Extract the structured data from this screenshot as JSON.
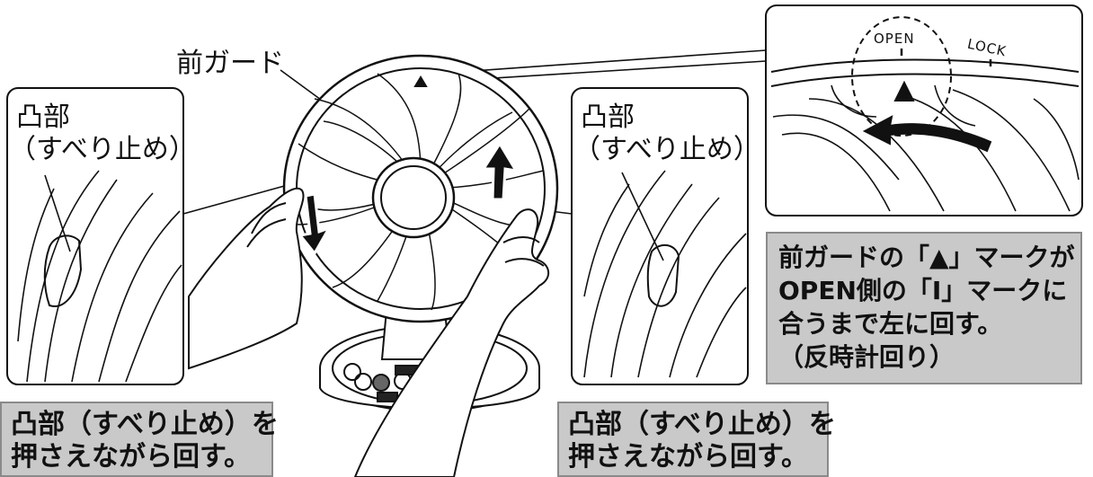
{
  "labels": {
    "front_guard": "前ガード",
    "left_boss_line1": "凸部",
    "left_boss_line2": "（すべり止め）",
    "right_boss_line1": "凸部",
    "right_boss_line2": "（すべり止め）",
    "mark_open": "OPEN",
    "mark_lock": "LOCK"
  },
  "instructions": {
    "left_box": [
      "凸部（すべり止め）を",
      "押さえながら回す。"
    ],
    "right_box": [
      "凸部（すべり止め）を",
      "押さえながら回す。"
    ],
    "turn_box": [
      "前ガードの「▲」マークが",
      "OPEN側の「Ⅰ」マークに",
      "合うまで左に回す。",
      "（反時計回り）"
    ]
  },
  "colors": {
    "box_fill": "#c9c9c9",
    "box_border": "#8a8a8a",
    "line": "#111111"
  },
  "icons": [
    "fan-illustration",
    "hand-icon",
    "rotate-arrow-icon",
    "triangle-mark-icon"
  ]
}
